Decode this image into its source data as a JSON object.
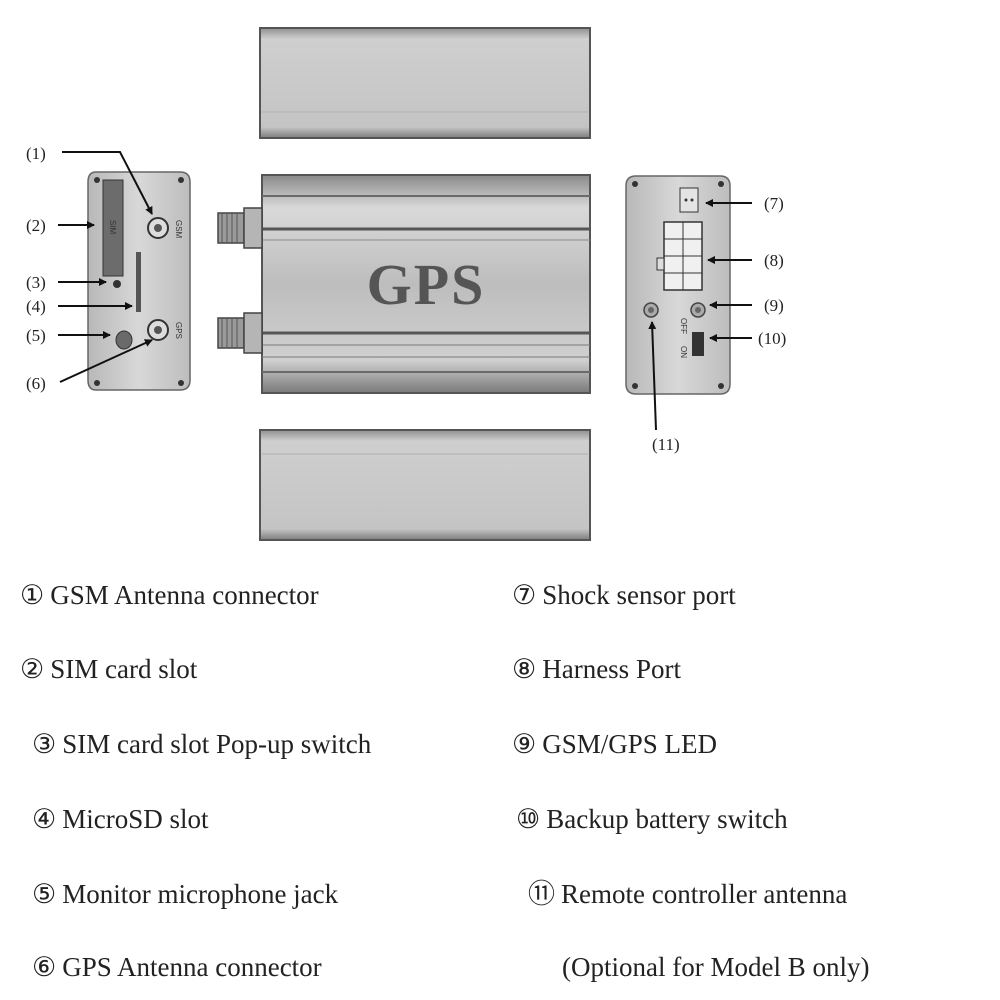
{
  "device": {
    "brand_label": "GPS",
    "gsm_port_label": "GSM",
    "gps_port_label": "GPS",
    "sim_label": "SIM",
    "off_label": "OFF",
    "on_label": "ON"
  },
  "callouts": [
    "(1)",
    "(2)",
    "(3)",
    "(4)",
    "(5)",
    "(6)",
    "(7)",
    "(8)",
    "(9)",
    "(10)",
    "(11)"
  ],
  "legend": {
    "items": [
      {
        "num": "①",
        "text": "GSM Antenna connector"
      },
      {
        "num": "②",
        "text": "SIM card slot"
      },
      {
        "num": "③",
        "text": "SIM card slot Pop-up switch"
      },
      {
        "num": "④",
        "text": "MicroSD slot"
      },
      {
        "num": "⑤",
        "text": "Monitor microphone jack"
      },
      {
        "num": "⑥",
        "text": "GPS Antenna connector"
      },
      {
        "num": "⑦",
        "text": "Shock sensor port"
      },
      {
        "num": "⑧",
        "text": "Harness Port"
      },
      {
        "num": "⑨",
        "text": "GSM/GPS LED"
      },
      {
        "num": "⑩",
        "text": "Backup battery switch"
      },
      {
        "num": "⑪",
        "text": "Remote controller antenna"
      }
    ],
    "note": "(Optional for Model B only)"
  }
}
